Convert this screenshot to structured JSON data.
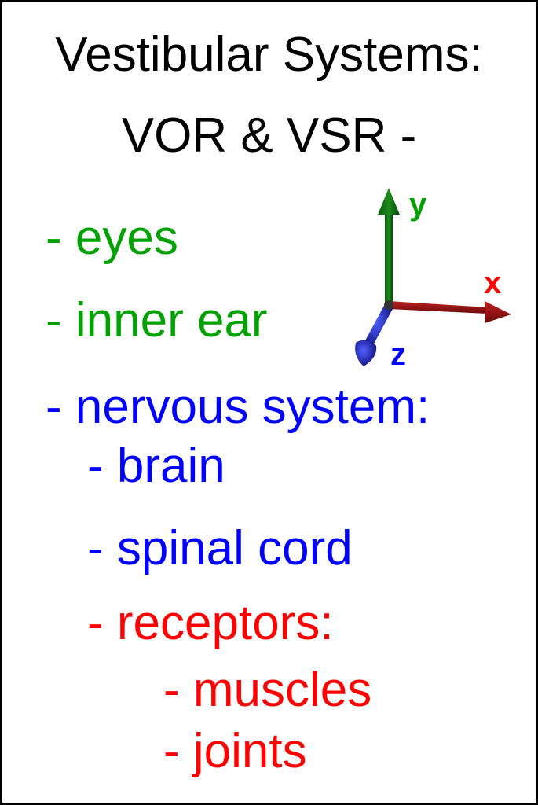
{
  "title": {
    "line1": "Vestibular Systems:",
    "line2": "VOR & VSR -"
  },
  "items": [
    {
      "text": "- eyes",
      "color": "#00a000",
      "level": 0
    },
    {
      "text": "- inner ear",
      "color": "#00a000",
      "level": 0
    },
    {
      "text": "- nervous system:",
      "color": "#0000ff",
      "level": 0
    },
    {
      "text": "- brain",
      "color": "#0000ff",
      "level": 1
    },
    {
      "text": "- spinal cord",
      "color": "#0000ff",
      "level": 1
    },
    {
      "text": "- receptors:",
      "color": "#ff0000",
      "level": 1
    },
    {
      "text": "- muscles",
      "color": "#ff0000",
      "level": 2
    },
    {
      "text": "- joints",
      "color": "#ff0000",
      "level": 2
    }
  ],
  "axes": {
    "x_label": "x",
    "y_label": "y",
    "z_label": "z",
    "x_color": "#ff0000",
    "y_color": "#00a000",
    "z_color": "#0000ff"
  }
}
